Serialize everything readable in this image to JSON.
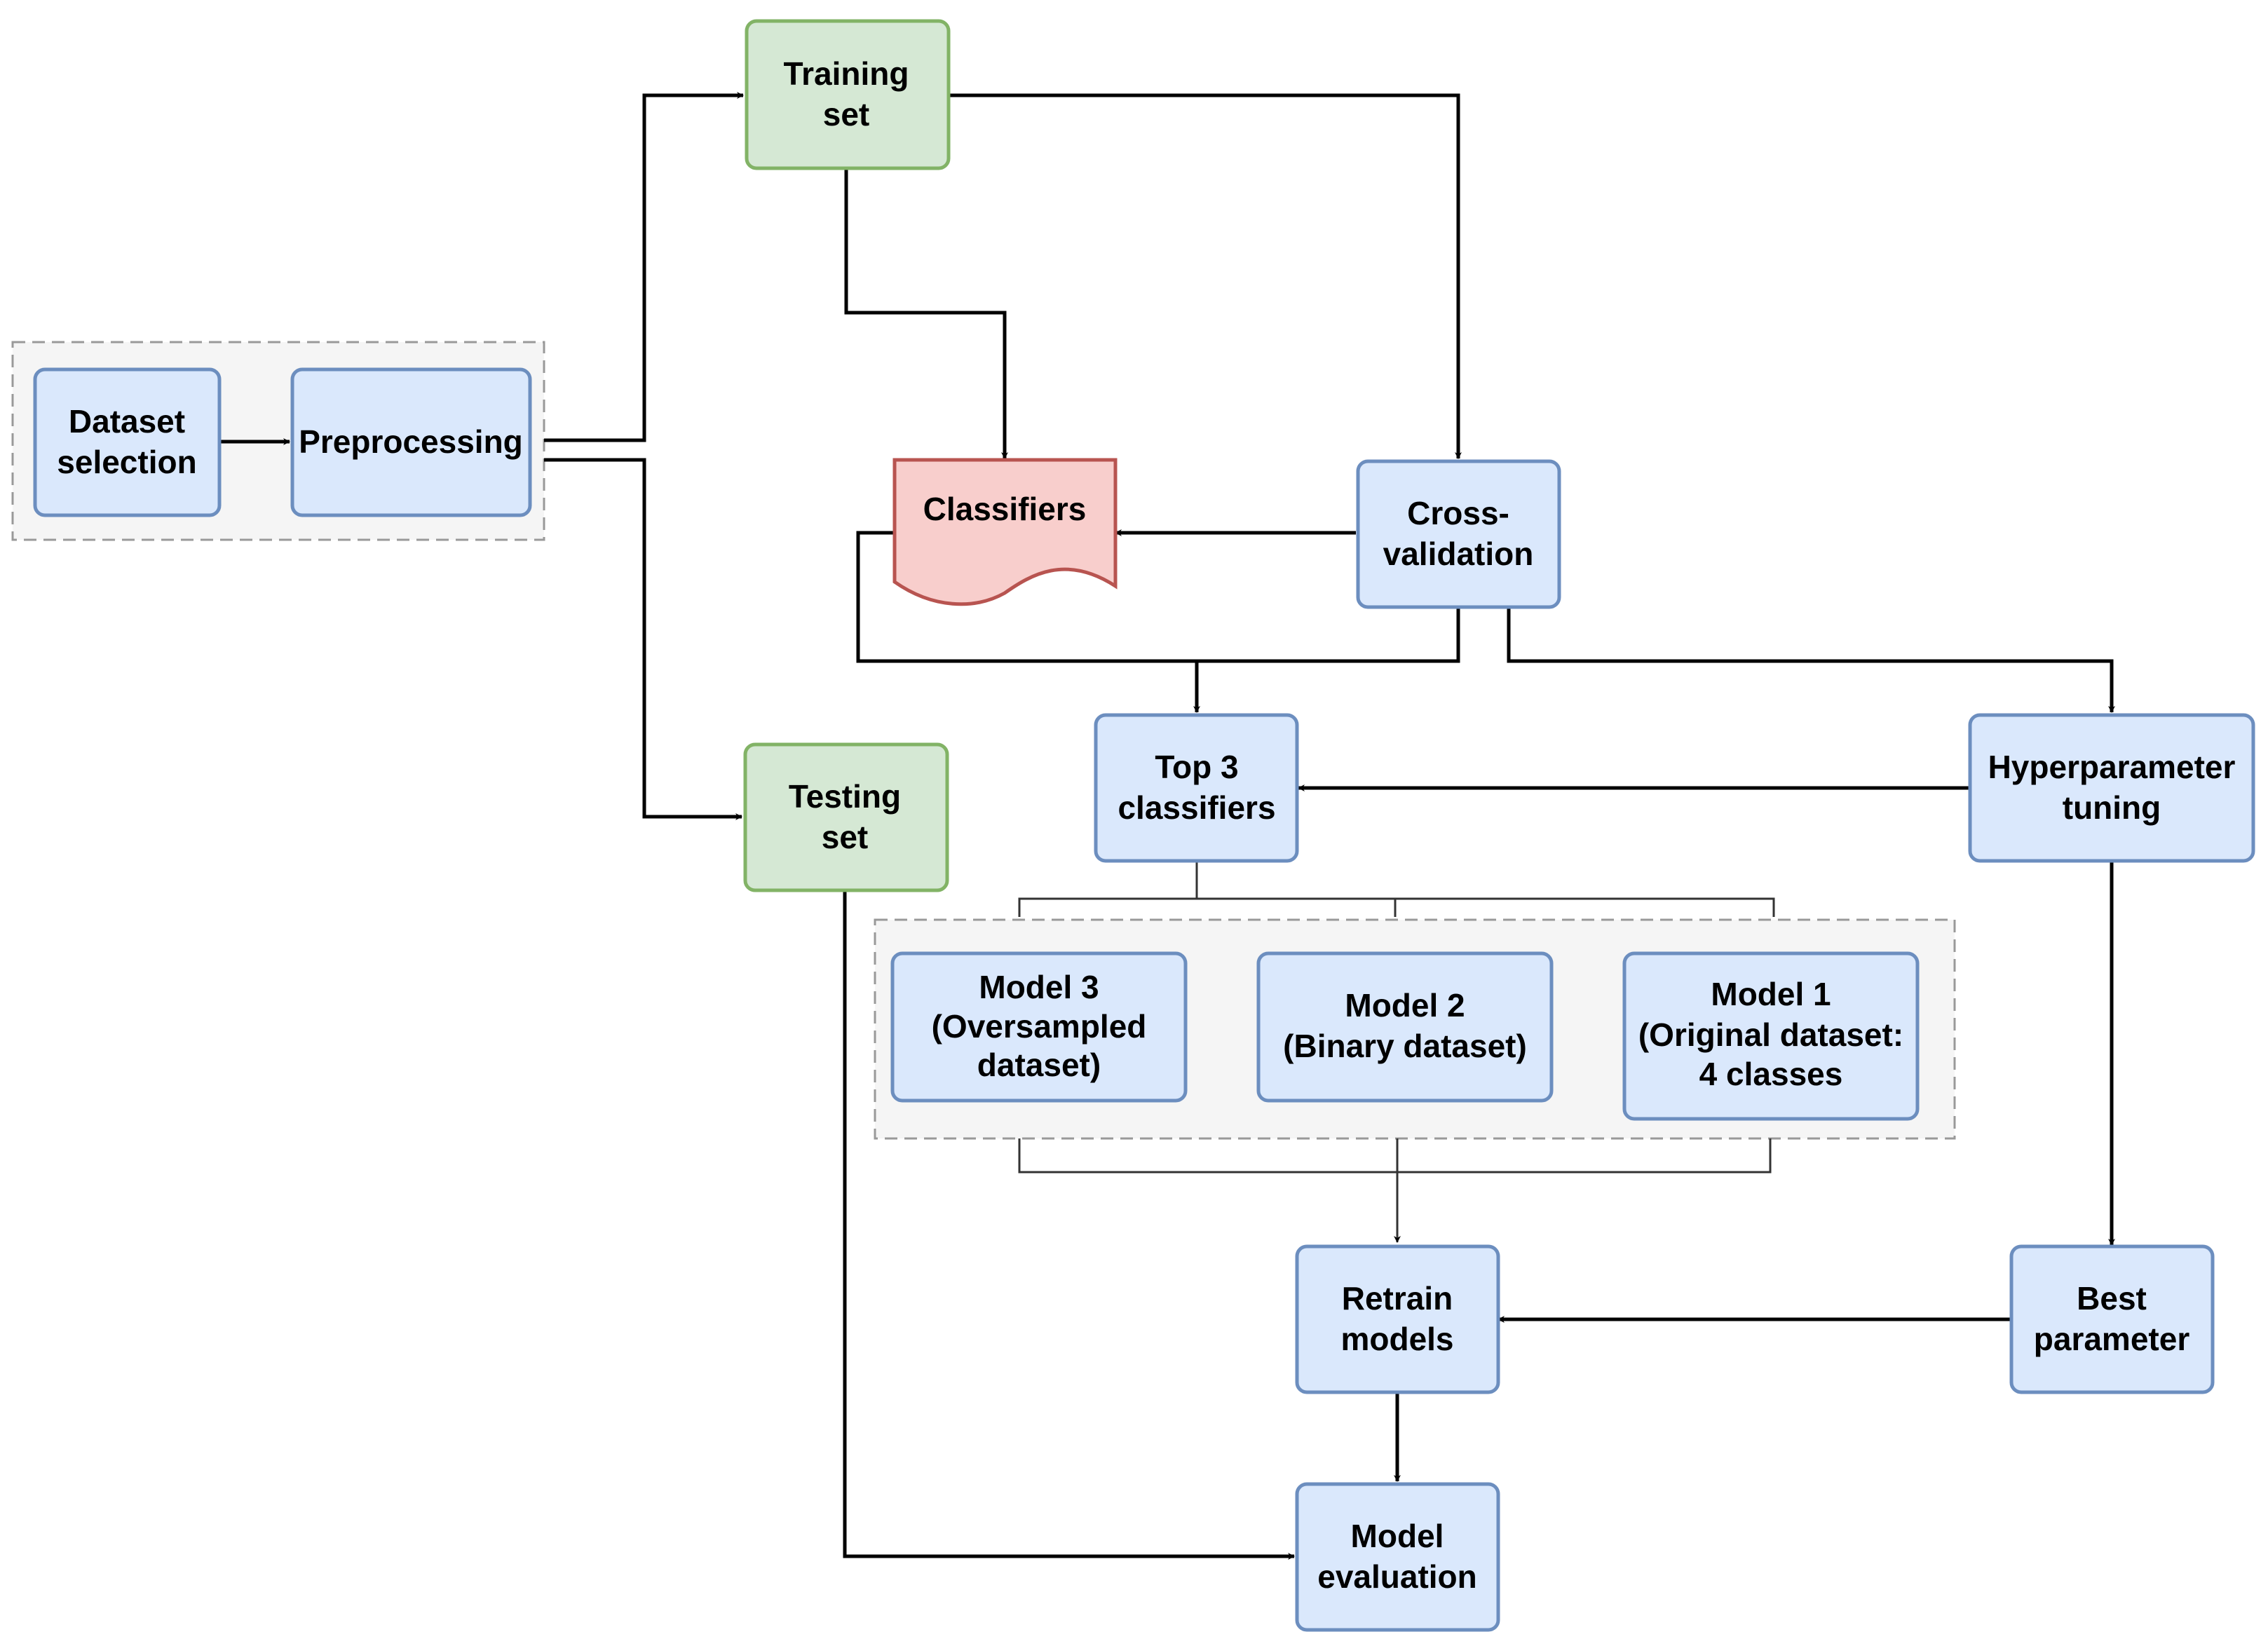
{
  "colors": {
    "blue_fill": "#dae8fc",
    "blue_stroke": "#6c8ebf",
    "green_fill": "#d5e8d4",
    "green_stroke": "#82b366",
    "red_fill": "#f8cecc",
    "red_stroke": "#b85450",
    "group_fill": "#f5f5f5",
    "group_stroke": "#999999",
    "edge": "#000000"
  },
  "nodes": {
    "dataset_selection": {
      "line1": "Dataset",
      "line2": "selection"
    },
    "preprocessing": {
      "line1": "Preprocessing"
    },
    "training_set": {
      "line1": "Training",
      "line2": "set"
    },
    "testing_set": {
      "line1": "Testing",
      "line2": "set"
    },
    "classifiers": {
      "line1": "Classifiers"
    },
    "cross_validation": {
      "line1": "Cross-",
      "line2": "validation"
    },
    "top3": {
      "line1": "Top 3",
      "line2": "classifiers"
    },
    "hyperparameter": {
      "line1": "Hyperparameter",
      "line2": "tuning"
    },
    "model3": {
      "line1": "Model 3",
      "line2": "(Oversampled",
      "line3": "dataset)"
    },
    "model2": {
      "line1": "Model 2",
      "line2": "(Binary dataset)"
    },
    "model1": {
      "line1": "Model 1",
      "line2": "(Original dataset:",
      "line3": "4 classes"
    },
    "retrain": {
      "line1": "Retrain",
      "line2": "models"
    },
    "best_param": {
      "line1": "Best",
      "line2": "parameter"
    },
    "model_eval": {
      "line1": "Model",
      "line2": "evaluation"
    }
  }
}
